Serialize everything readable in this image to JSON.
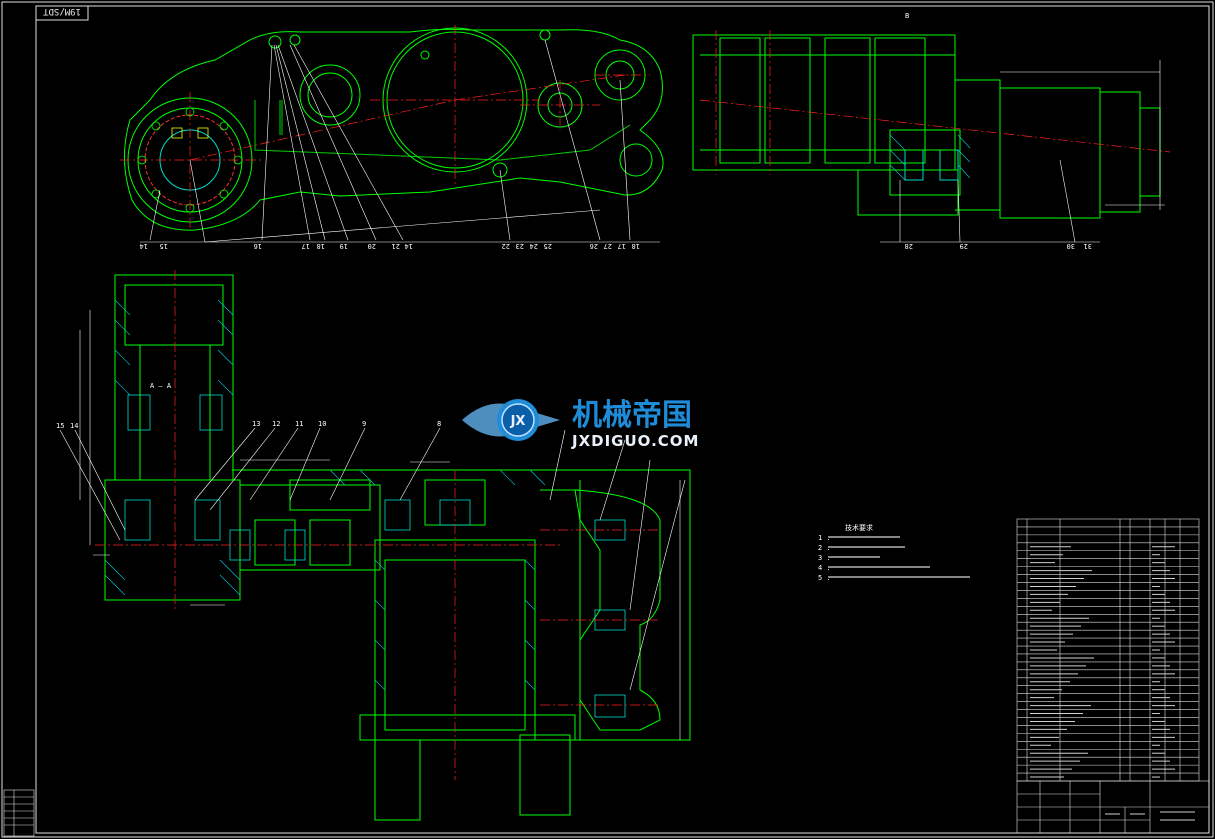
{
  "drawing_code": "19M/SDT",
  "section_label": "A — A",
  "top_view_label": "B",
  "top_view_callouts": [
    "14",
    "15",
    "16",
    "17",
    "18",
    "19",
    "20",
    "21",
    "14",
    "22",
    "23",
    "24",
    "25",
    "26",
    "27",
    "17",
    "18"
  ],
  "side_view_callouts": [
    "28",
    "29",
    "30",
    "31"
  ],
  "section_callouts": [
    "15",
    "14",
    "13",
    "12",
    "11",
    "10",
    "9",
    "8"
  ],
  "tech_requirements": {
    "title": "技术要求",
    "items": [
      "1 .",
      "2 .",
      "3 .",
      "4 .",
      "5 ."
    ]
  },
  "watermark": {
    "cn": "机械帝国",
    "en": "JXDIGUO.COM",
    "logo_letters": "JX"
  },
  "colors": {
    "background": "#000000",
    "part_line": "#00ff00",
    "center_line": "#ff2020",
    "dimension_line": "#ffffff",
    "hatch": "#00ccdd",
    "frame": "#e0e0e0",
    "watermark_blue": "#1e8cd8"
  },
  "bom_rows": 33
}
